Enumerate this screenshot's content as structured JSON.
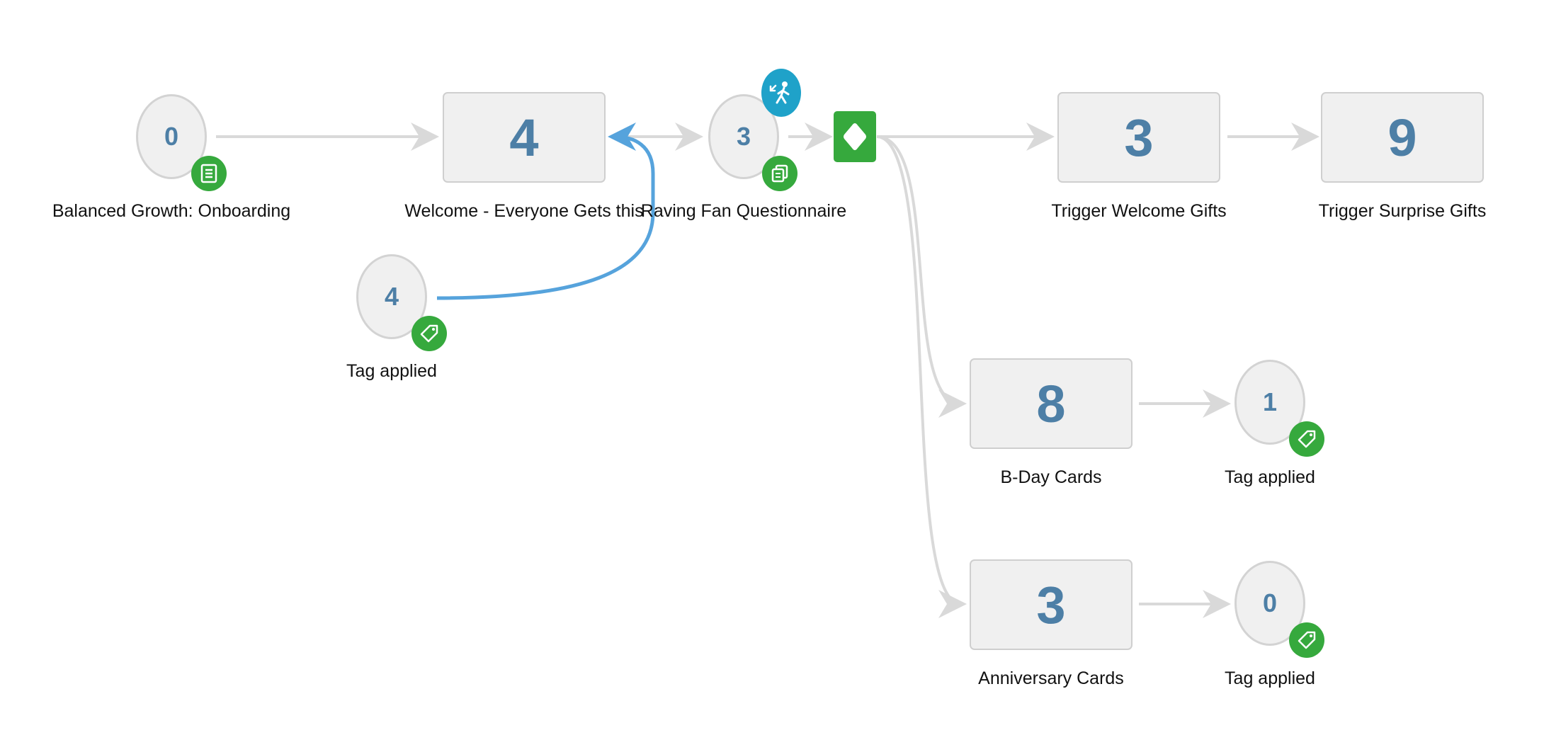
{
  "nodes": {
    "onboarding": {
      "count": "0",
      "label": "Balanced Growth: Onboarding",
      "badge_icon": "form-icon"
    },
    "welcome": {
      "count": "4",
      "label": "Welcome - Everyone Gets this"
    },
    "questionnaire": {
      "count": "3",
      "label": "Raving Fan Questionnaire",
      "badge_icon": "copy-icon",
      "top_badge_icon": "goal-walker-icon"
    },
    "tag_left": {
      "count": "4",
      "label": "Tag applied",
      "badge_icon": "tag-icon"
    },
    "decision": {
      "icon": "diamond-icon"
    },
    "welcome_gifts": {
      "count": "3",
      "label": "Trigger Welcome Gifts"
    },
    "surprise_gifts": {
      "count": "9",
      "label": "Trigger Surprise Gifts"
    },
    "bday_cards": {
      "count": "8",
      "label": "B-Day Cards"
    },
    "tag_bday": {
      "count": "1",
      "label": "Tag applied",
      "badge_icon": "tag-icon"
    },
    "anniversary_cards": {
      "count": "3",
      "label": "Anniversary Cards"
    },
    "tag_anniversary": {
      "count": "0",
      "label": "Tag applied",
      "badge_icon": "tag-icon"
    }
  },
  "colors": {
    "connector": "#d9d9d9",
    "highlight_connector": "#56a3dc",
    "count_text": "#4d7fa6",
    "badge_green": "#36a93d",
    "badge_blue": "#1fa2c9"
  }
}
